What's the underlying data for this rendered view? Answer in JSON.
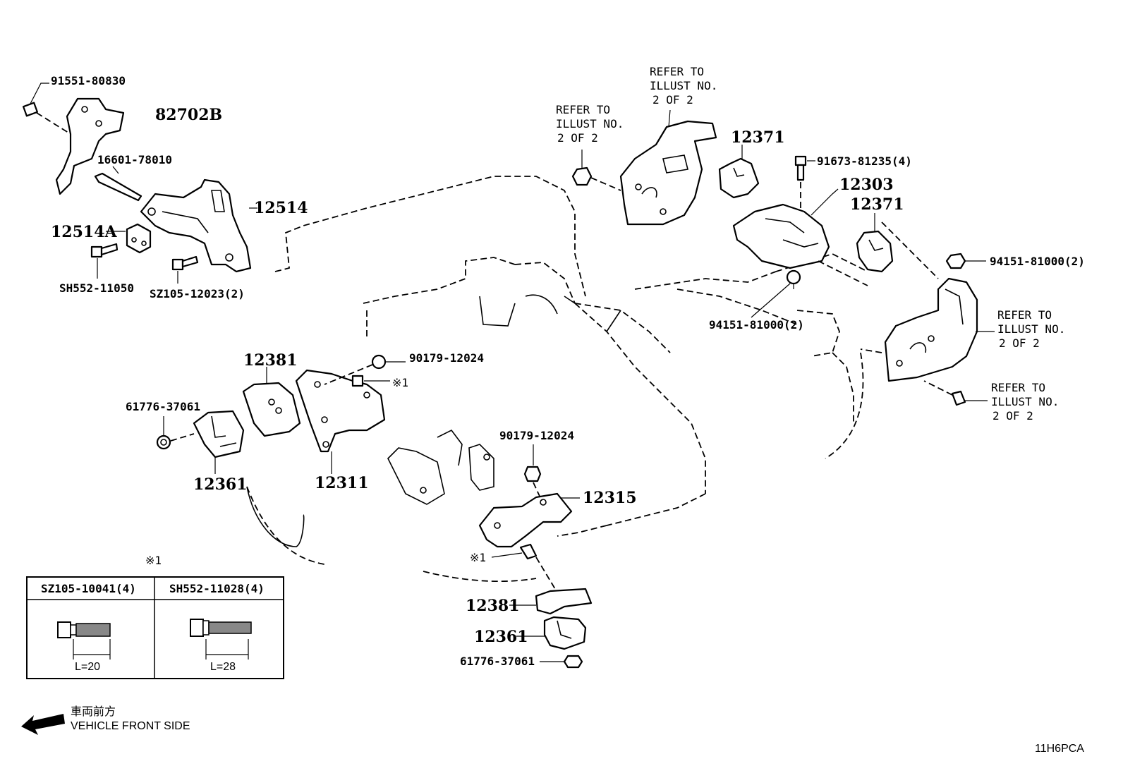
{
  "diagram": {
    "code": "11H6PCA",
    "front": {
      "jp": "車両前方",
      "en": "VEHICLE FRONT SIDE"
    },
    "labels": {
      "p91551_80830": "91551-80830",
      "p82702B": "82702B",
      "p16601_78010": "16601-78010",
      "p12514": "12514",
      "p12514A": "12514A",
      "pSH552_11050": "SH552-11050",
      "pSZ105_12023": "SZ105-12023(2)",
      "p12381_a": "12381",
      "p90179_12024_a": "90179-12024",
      "mark1_a": "※1",
      "p61776_37061_a": "61776-37061",
      "p12361_a": "12361",
      "p12311": "12311",
      "p90179_12024_b": "90179-12024",
      "p12315": "12315",
      "mark1_b": "※1",
      "p12381_b": "12381",
      "p12361_b": "12361",
      "p61776_37061_b": "61776-37061",
      "p12371_a": "12371",
      "p91673_81235": "91673-81235(4)",
      "p12303": "12303",
      "p12371_b": "12371",
      "p94151_81000_a": "94151-81000(2)",
      "p94151_81000_b": "94151-81000(2)",
      "mark1_table": "※1"
    },
    "refer_notes": {
      "a": [
        "REFER TO",
        "ILLUST NO.",
        "2 OF 2"
      ],
      "b": [
        "REFER TO",
        "ILLUST NO.",
        "2 OF 2"
      ],
      "c": [
        "REFER TO",
        "ILLUST NO.",
        "2 OF 2"
      ],
      "d": [
        "REFER TO",
        "ILLUST NO.",
        "2 OF 2"
      ]
    },
    "table": {
      "col1": {
        "header": "SZ105-10041(4)",
        "length": "L=20"
      },
      "col2": {
        "header": "SH552-11028(4)",
        "length": "L=28"
      }
    }
  }
}
